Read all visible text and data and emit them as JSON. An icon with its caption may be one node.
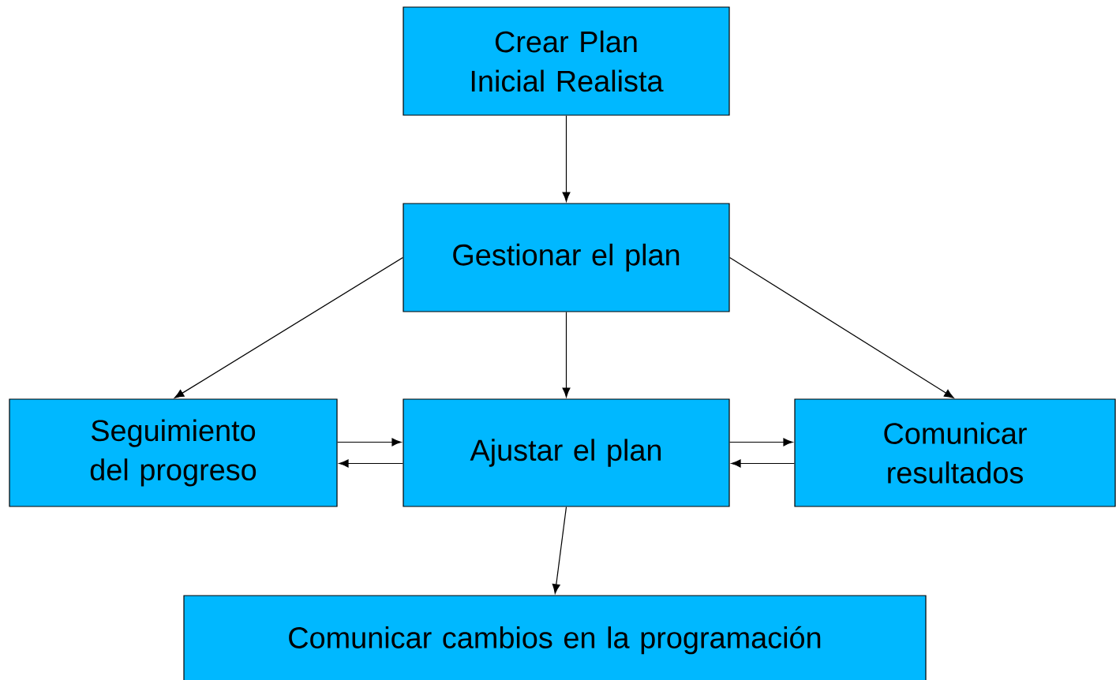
{
  "diagram": {
    "nodes": [
      {
        "text": [
          "Crear Plan Inicial Realista"
        ]
      },
      {
        "text": [
          "Gestionar el plan"
        ]
      },
      {
        "text": [
          "Seguimiento del progreso"
        ]
      },
      {
        "text": [
          "Ajustar el plan"
        ]
      },
      {
        "text": [
          "Comunicar resultados"
        ]
      },
      {
        "text": [
          "Comunicar cambios en la programación"
        ]
      }
    ],
    "edges": [
      {
        "from": 0,
        "to": 1,
        "arrow": "to"
      },
      {
        "from": 1,
        "to": 2,
        "arrow": "to"
      },
      {
        "from": 1,
        "to": 3,
        "arrow": "to"
      },
      {
        "from": 1,
        "to": 4,
        "arrow": "to"
      },
      {
        "from": 2,
        "to": 3,
        "arrow": "to"
      },
      {
        "from": 3,
        "to": 2,
        "arrow": "to"
      },
      {
        "from": 3,
        "to": 4,
        "arrow": "to"
      },
      {
        "from": 4,
        "to": 3,
        "arrow": "to"
      },
      {
        "from": 3,
        "to": 5,
        "arrow": "to"
      }
    ]
  }
}
